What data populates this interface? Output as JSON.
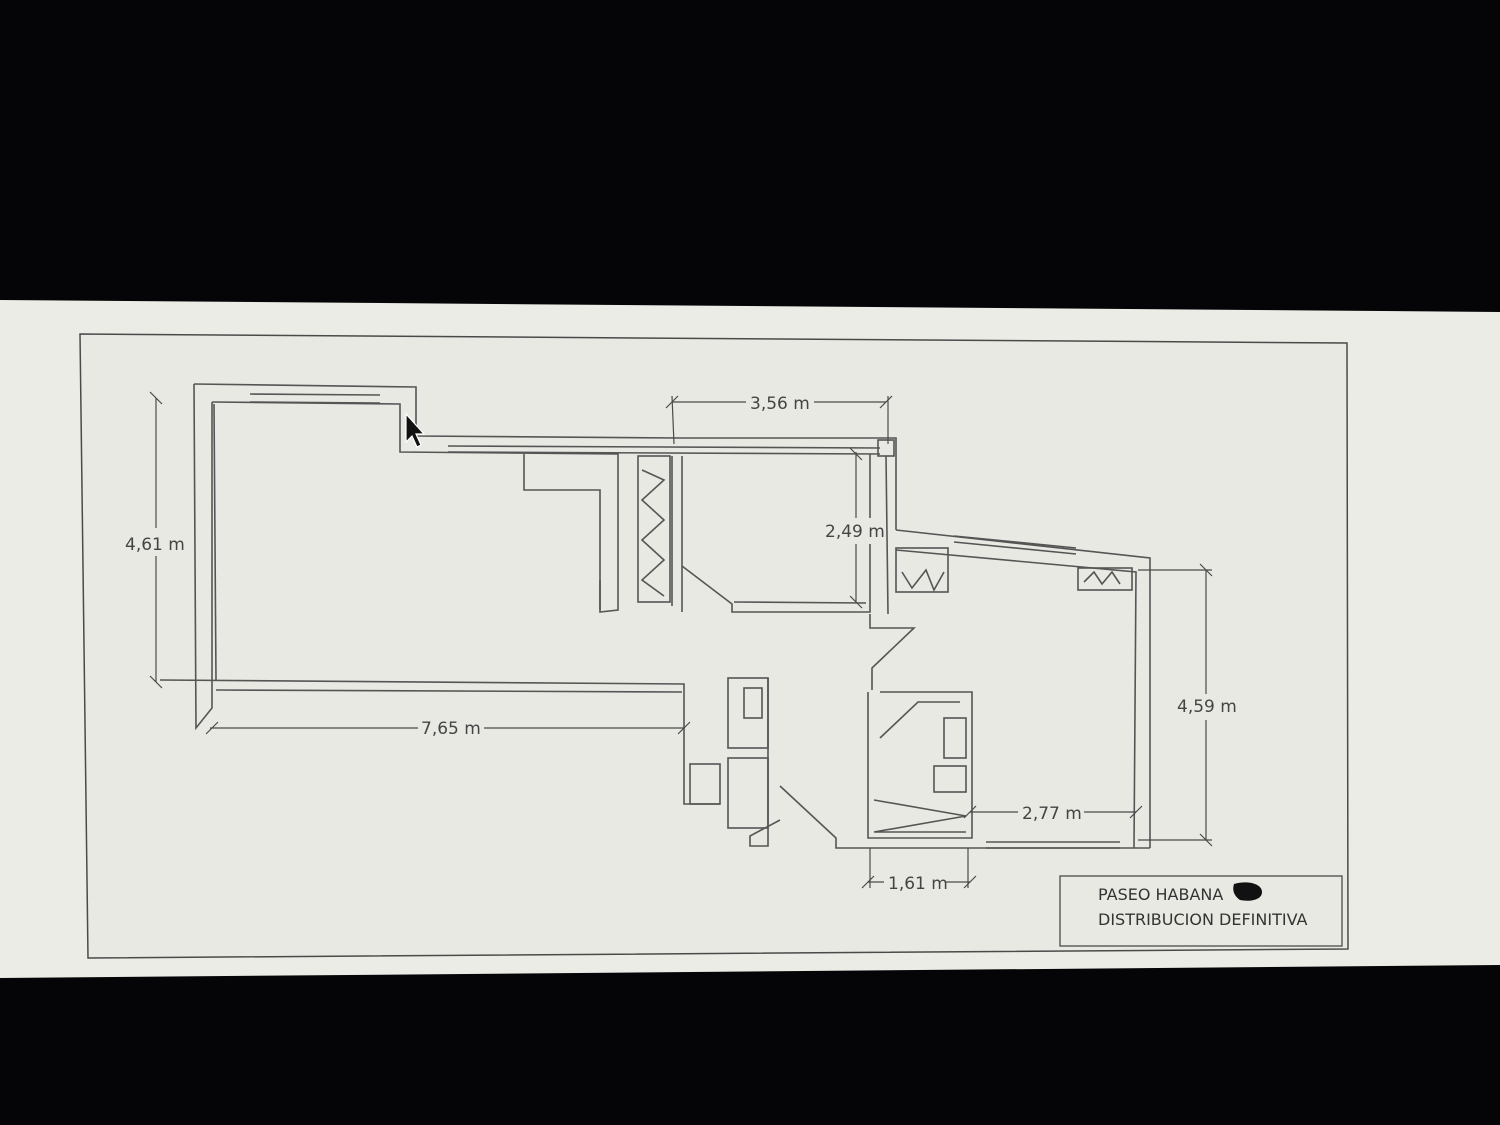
{
  "plan": {
    "dimensions": {
      "left_height": "4,61 m",
      "top_width": "3,56 m",
      "inner_height": "2,49 m",
      "bottom_width": "7,65 m",
      "right_height": "4,59 m",
      "lower_right_width": "2,77 m",
      "small_width": "1,61 m"
    },
    "title_block": {
      "line1": "PASEO HABANA",
      "line2": "DISTRIBUCION DEFINITIVA"
    }
  },
  "colors": {
    "background": "#050508",
    "paper": "#eeeee8",
    "line": "#555555"
  },
  "icons": [
    "mouse-pointer-icon"
  ]
}
